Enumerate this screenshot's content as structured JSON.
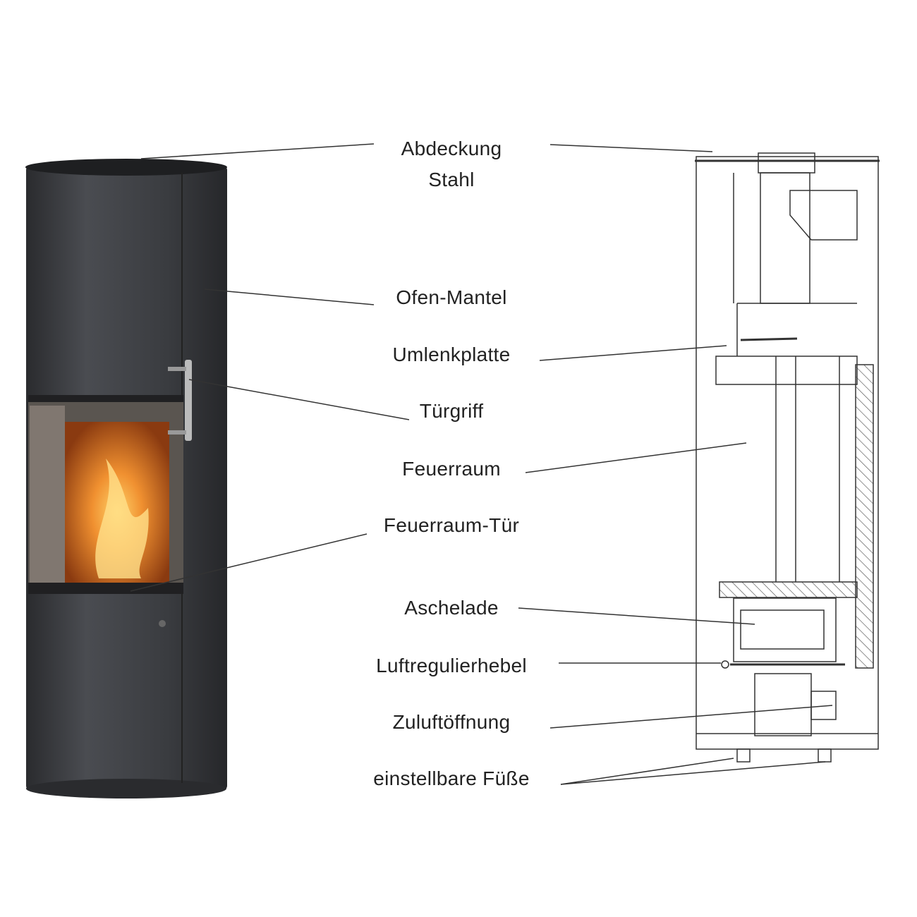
{
  "labels": {
    "cover_line1": "Abdeckung",
    "cover_line2": "Stahl",
    "casing": "Ofen-Mantel",
    "baffle_plate": "Umlenkplatte",
    "door_handle": "Türgriff",
    "firebox": "Feuerraum",
    "firebox_door": "Feuerraum-Tür",
    "ash_drawer": "Aschelade",
    "air_lever": "Luftregulierhebel",
    "air_inlet": "Zuluftöffnung",
    "feet": "einstellbare Füße"
  },
  "colors": {
    "stove_body": "#3a3c40",
    "fire": "#e8781e",
    "line": "#333333"
  }
}
